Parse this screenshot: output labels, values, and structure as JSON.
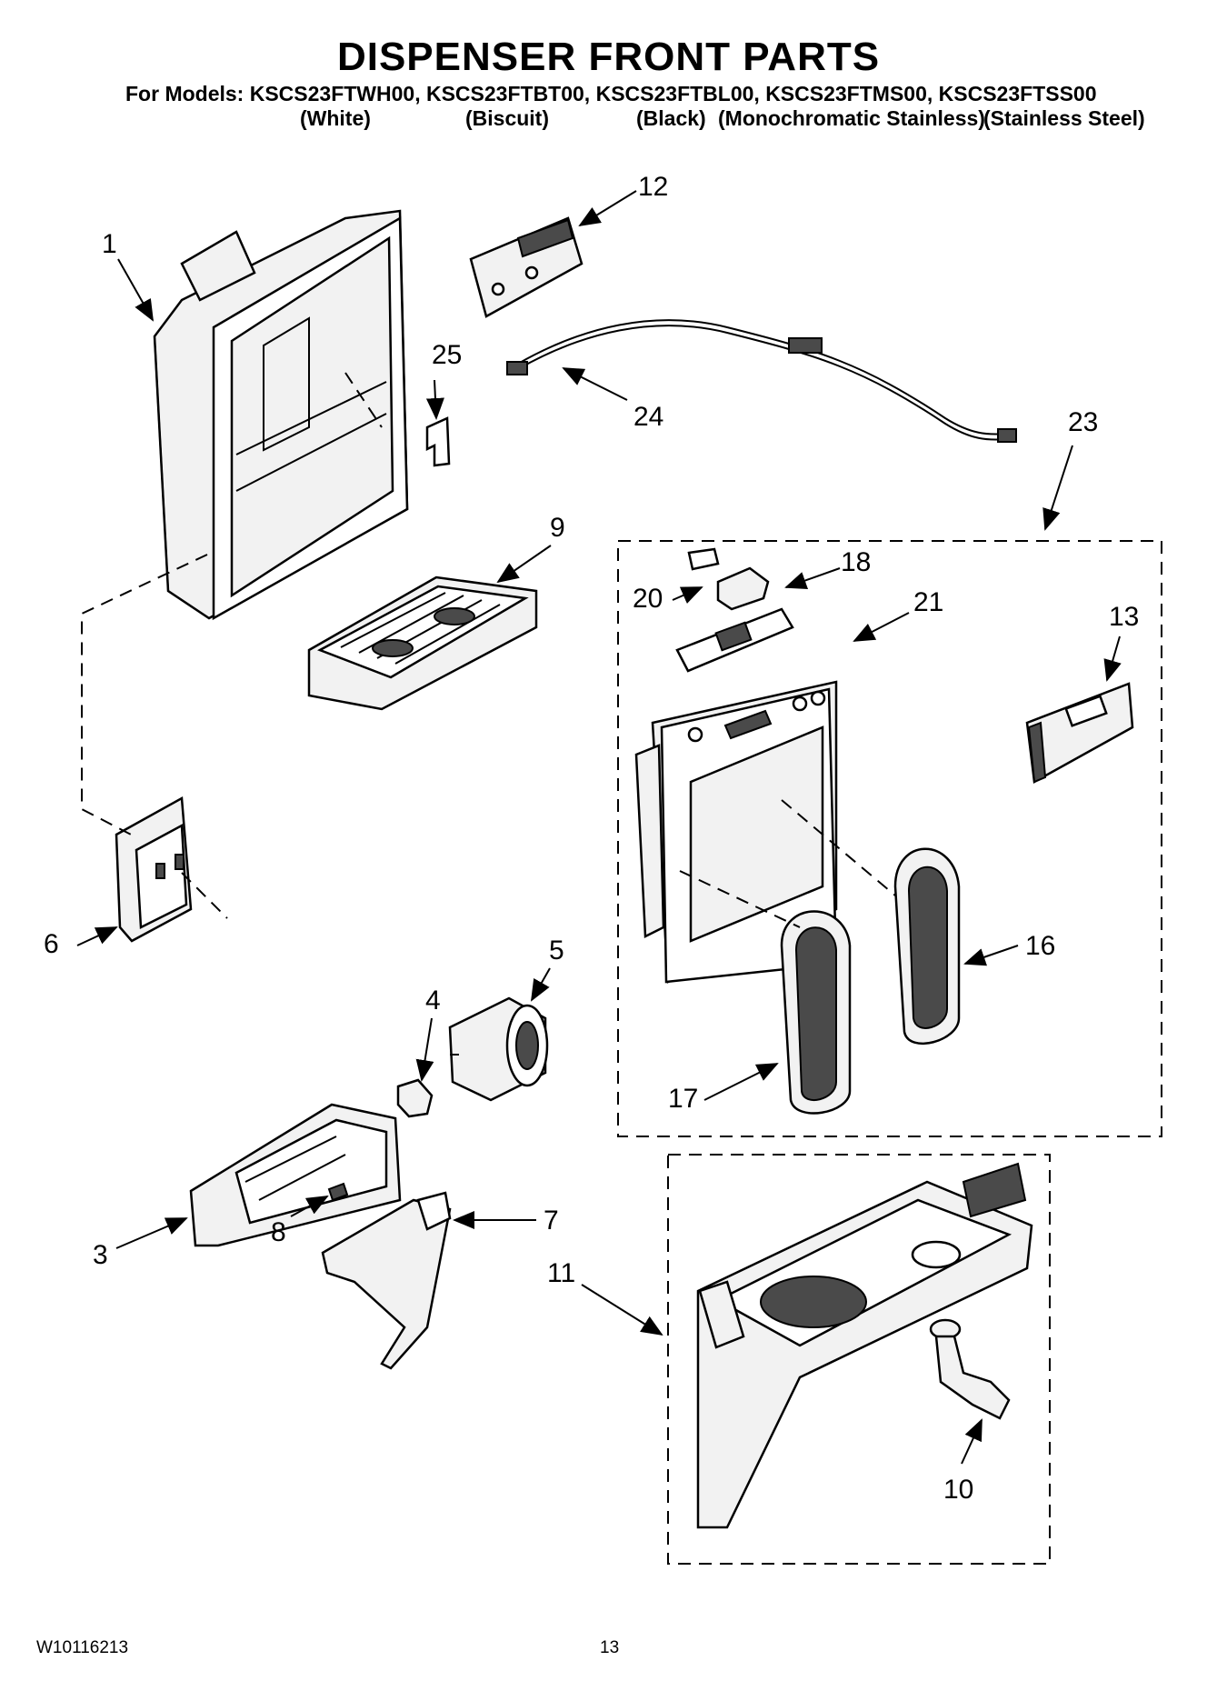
{
  "header": {
    "title": "DISPENSER FRONT PARTS",
    "models_line": "For Models: KSCS23FTWH00, KSCS23FTBT00, KSCS23FTBL00, KSCS23FTMS00, KSCS23FTSS00",
    "finishes": [
      "(White)",
      "(Biscuit)",
      "(Black)",
      "(Monochromatic Stainless)",
      "(Stainless Steel)"
    ]
  },
  "callouts": {
    "c1": "1",
    "c3": "3",
    "c4": "4",
    "c5": "5",
    "c6": "6",
    "c7": "7",
    "c8": "8",
    "c9": "9",
    "c10": "10",
    "c11": "11",
    "c12": "12",
    "c13": "13",
    "c16": "16",
    "c17": "17",
    "c18": "18",
    "c20": "20",
    "c21": "21",
    "c23": "23",
    "c24": "24",
    "c25": "25"
  },
  "footer": {
    "doc_number": "W10116213",
    "page_number": "13"
  }
}
